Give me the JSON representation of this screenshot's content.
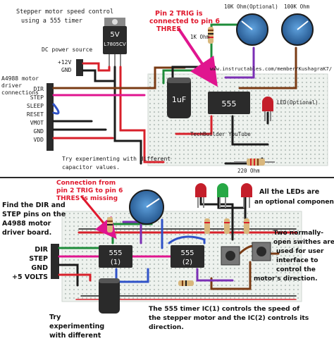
{
  "top": {
    "title_line1": "Stepper motor speed control",
    "title_line2": "using a 555 timer",
    "dc_label": "DC power source",
    "plus12": "+12V",
    "gnd": "GND",
    "driver_line1": "A4988 motor",
    "driver_line2": "driver",
    "driver_line3": "connections",
    "pins": [
      "DIR",
      "STEP",
      "SLEEP",
      "RESET",
      "VMOT",
      "GND",
      "VDD"
    ],
    "regulator_v": "5V",
    "regulator_part": "L7805CV",
    "note_line1": "Pin 2 TRIG is",
    "note_line2": "connected to pin 6",
    "note_line3": "THRES",
    "pot1_label": "10K Ohm(Optional)",
    "pot2_label": "100K Ohm",
    "r1k": "1K Ohm",
    "url": "www.instructables.com/member/KushagraK7/",
    "cap": "1uF",
    "ic": "555",
    "led": "LED(Optional)",
    "credit": "TechBuilder YouTube",
    "r220": "220 Ohm",
    "try_line1": "Try experimenting with different",
    "try_line2": "capacitor values."
  },
  "bottom": {
    "missing_line1": "Connection from",
    "missing_line2": "pin 2 TRIG to pin 6",
    "missing_line3": "THRES is missing",
    "find_line1": "Find the DIR and",
    "find_line2": "STEP pins on the",
    "find_line3": "A4988 motor",
    "find_line4": "driver board.",
    "pins": [
      "DIR",
      "STEP",
      "GND",
      "+5 VOLTS"
    ],
    "ic1": "555",
    "ic1_sub": "(1)",
    "ic2": "555",
    "ic2_sub": "(2)",
    "leds_line1": "All the LEDs are",
    "leds_line2": "an optional component.",
    "sw_line1": "Two normally-",
    "sw_line2": "open swithes are",
    "sw_line3": "used for user",
    "sw_line4": "interface to",
    "sw_line5": "control the",
    "sw_line6": "motor's direction.",
    "try_line1": "Try",
    "try_line2": "experimenting",
    "try_line3": "with different",
    "desc_line1": "The 555 timer IC(1) controls the speed of",
    "desc_line2": "the stepper motor and the IC(2) controls its",
    "desc_line3": "direction."
  },
  "colors": {
    "magenta": "#e0158f",
    "red_wire": "#d8202a",
    "brown_wire": "#7a3b14",
    "green_wire": "#1e8c3a",
    "purple_wire": "#7b2fb5",
    "blue_wire": "#2f52c8",
    "black_wire": "#1b1b1b",
    "board": "#3a3a3a",
    "pot_blue": "#3576b8"
  }
}
